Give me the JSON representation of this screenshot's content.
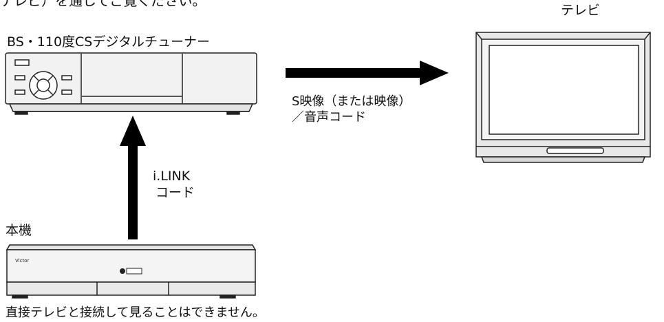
{
  "diagram": {
    "top_caption": "テレビ）を通してご覧ください。",
    "tuner_label": "BS・110度CSデジタルチューナー",
    "tv_label": "テレビ",
    "video_cable_label_line1": "S映像（または映像）",
    "video_cable_label_line2": "／音声コード",
    "ilink_label_line1": "i.LINK",
    "ilink_label_line2": "コード",
    "main_unit_label": "本機",
    "brand_logo": "Victor",
    "bottom_note": "直接テレビと接続して見ることはできません。"
  },
  "colors": {
    "line": "#222222",
    "fill_light": "#f2f2f2",
    "fill_mid": "#e4e4e4",
    "arrow": "#000000"
  }
}
